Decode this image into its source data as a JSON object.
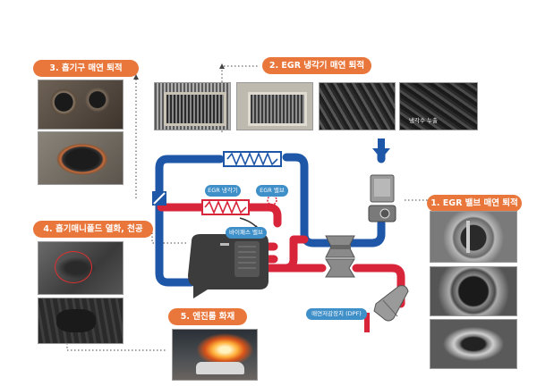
{
  "callouts": {
    "intake_port": "3. 흡기구 매연 퇴적",
    "egr_cooler": "2. EGR 냉각기 매연 퇴적",
    "egr_valve": "1. EGR 밸브 매연 퇴적",
    "manifold": "4. 흡기매니폴드 열화, 천공",
    "engine_fire": "5. 엔진룸 화재"
  },
  "labels": {
    "egr_cooler": "EGR 냉각기",
    "egr_valve": "EGR 밸브",
    "bypass_valve": "바이패스 밸브",
    "dpf": "매연저감장치 (DPF)",
    "coolant_leak": "냉각수 누출"
  },
  "colors": {
    "accent": "#e9763a",
    "intake_pipe": "#1e56a8",
    "exhaust_pipe": "#d8253a",
    "tag": "#3f8fc8"
  }
}
